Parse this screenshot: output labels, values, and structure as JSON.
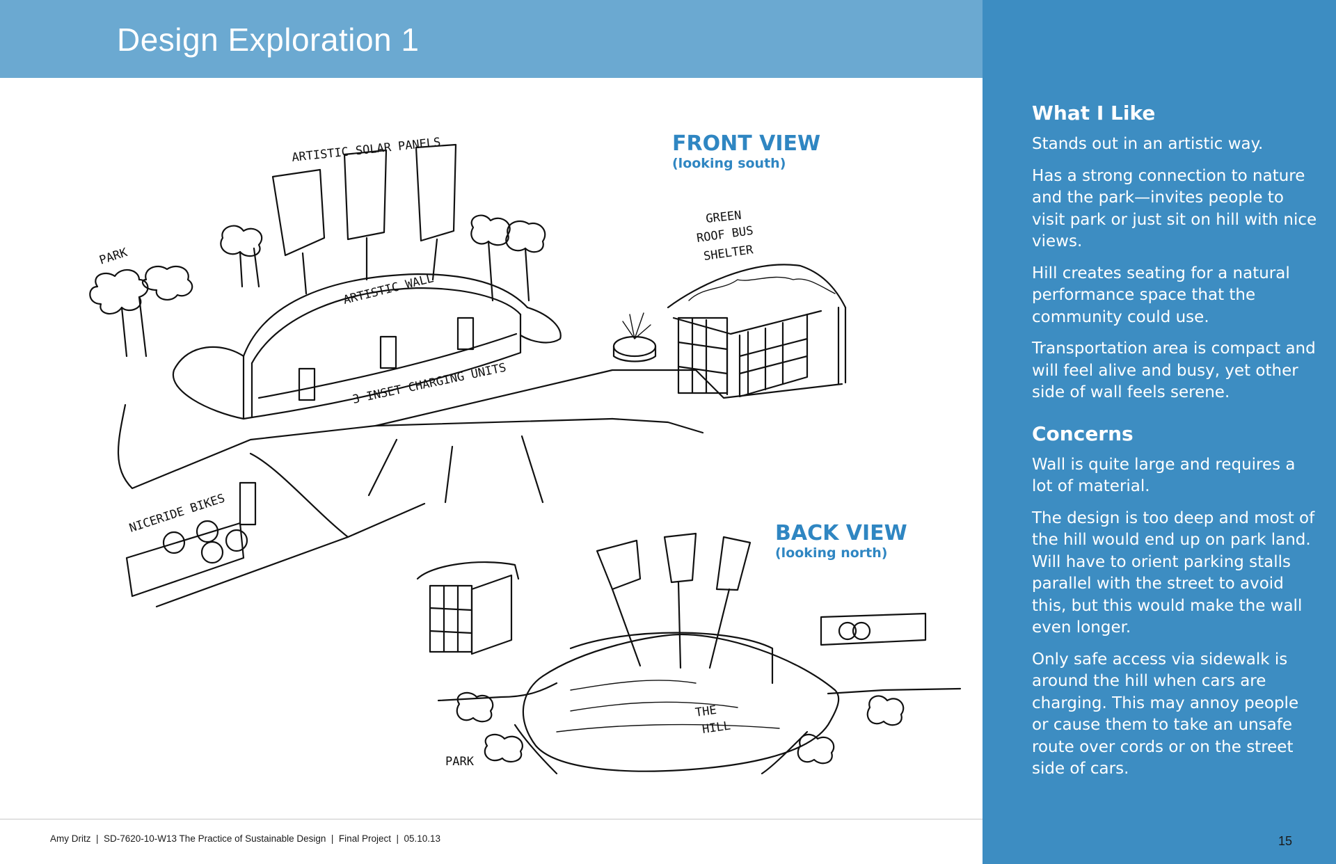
{
  "header": {
    "title": "Design Exploration 1"
  },
  "views": {
    "front": {
      "title": "FRONT VIEW",
      "subtitle": "(looking south)"
    },
    "back": {
      "title": "BACK VIEW",
      "subtitle": "(looking north)"
    }
  },
  "sketch_labels": {
    "solar_panels": "ARTISTIC SOLAR PANELS",
    "park_front": "PARK",
    "artistic_wall": "ARTISTIC WALL",
    "charging_units": "3 INSET CHARGING UNITS",
    "bus_shelter_1": "GREEN",
    "bus_shelter_2": "ROOF BUS",
    "bus_shelter_3": "SHELTER",
    "niceride": "NICERIDE BIKES",
    "hill_1": "THE",
    "hill_2": "HILL",
    "park_back": "PARK"
  },
  "sidebar": {
    "like_heading": "What I Like",
    "like_items": [
      "Stands out in an artistic way.",
      "Has a strong connection to nature and the park—invites people to visit park or just sit on hill with nice views.",
      "Hill creates seating for a natural performance space that the community could use.",
      "Transportation area is compact and will feel alive and busy, yet other side of wall feels serene."
    ],
    "concerns_heading": "Concerns",
    "concern_items": [
      "Wall is quite large and requires a lot of material.",
      "The design is too deep and most of the hill would end up on park land. Will have to orient parking stalls parallel with the street to avoid this, but this would make the wall even longer.",
      "Only safe access via sidewalk is around the hill when cars are charging. This may annoy people or cause them to take an unsafe route over cords or on the street side of cars."
    ]
  },
  "footer": {
    "text": "Amy Dritz  |  SD-7620-10-W13 The Practice of Sustainable Design  |  Final Project  |  05.10.13",
    "page_number": "15"
  },
  "colors": {
    "header_bg": "#6ba9d1",
    "sidebar_bg": "#3d8dc2",
    "accent_text": "#2f86c2"
  }
}
